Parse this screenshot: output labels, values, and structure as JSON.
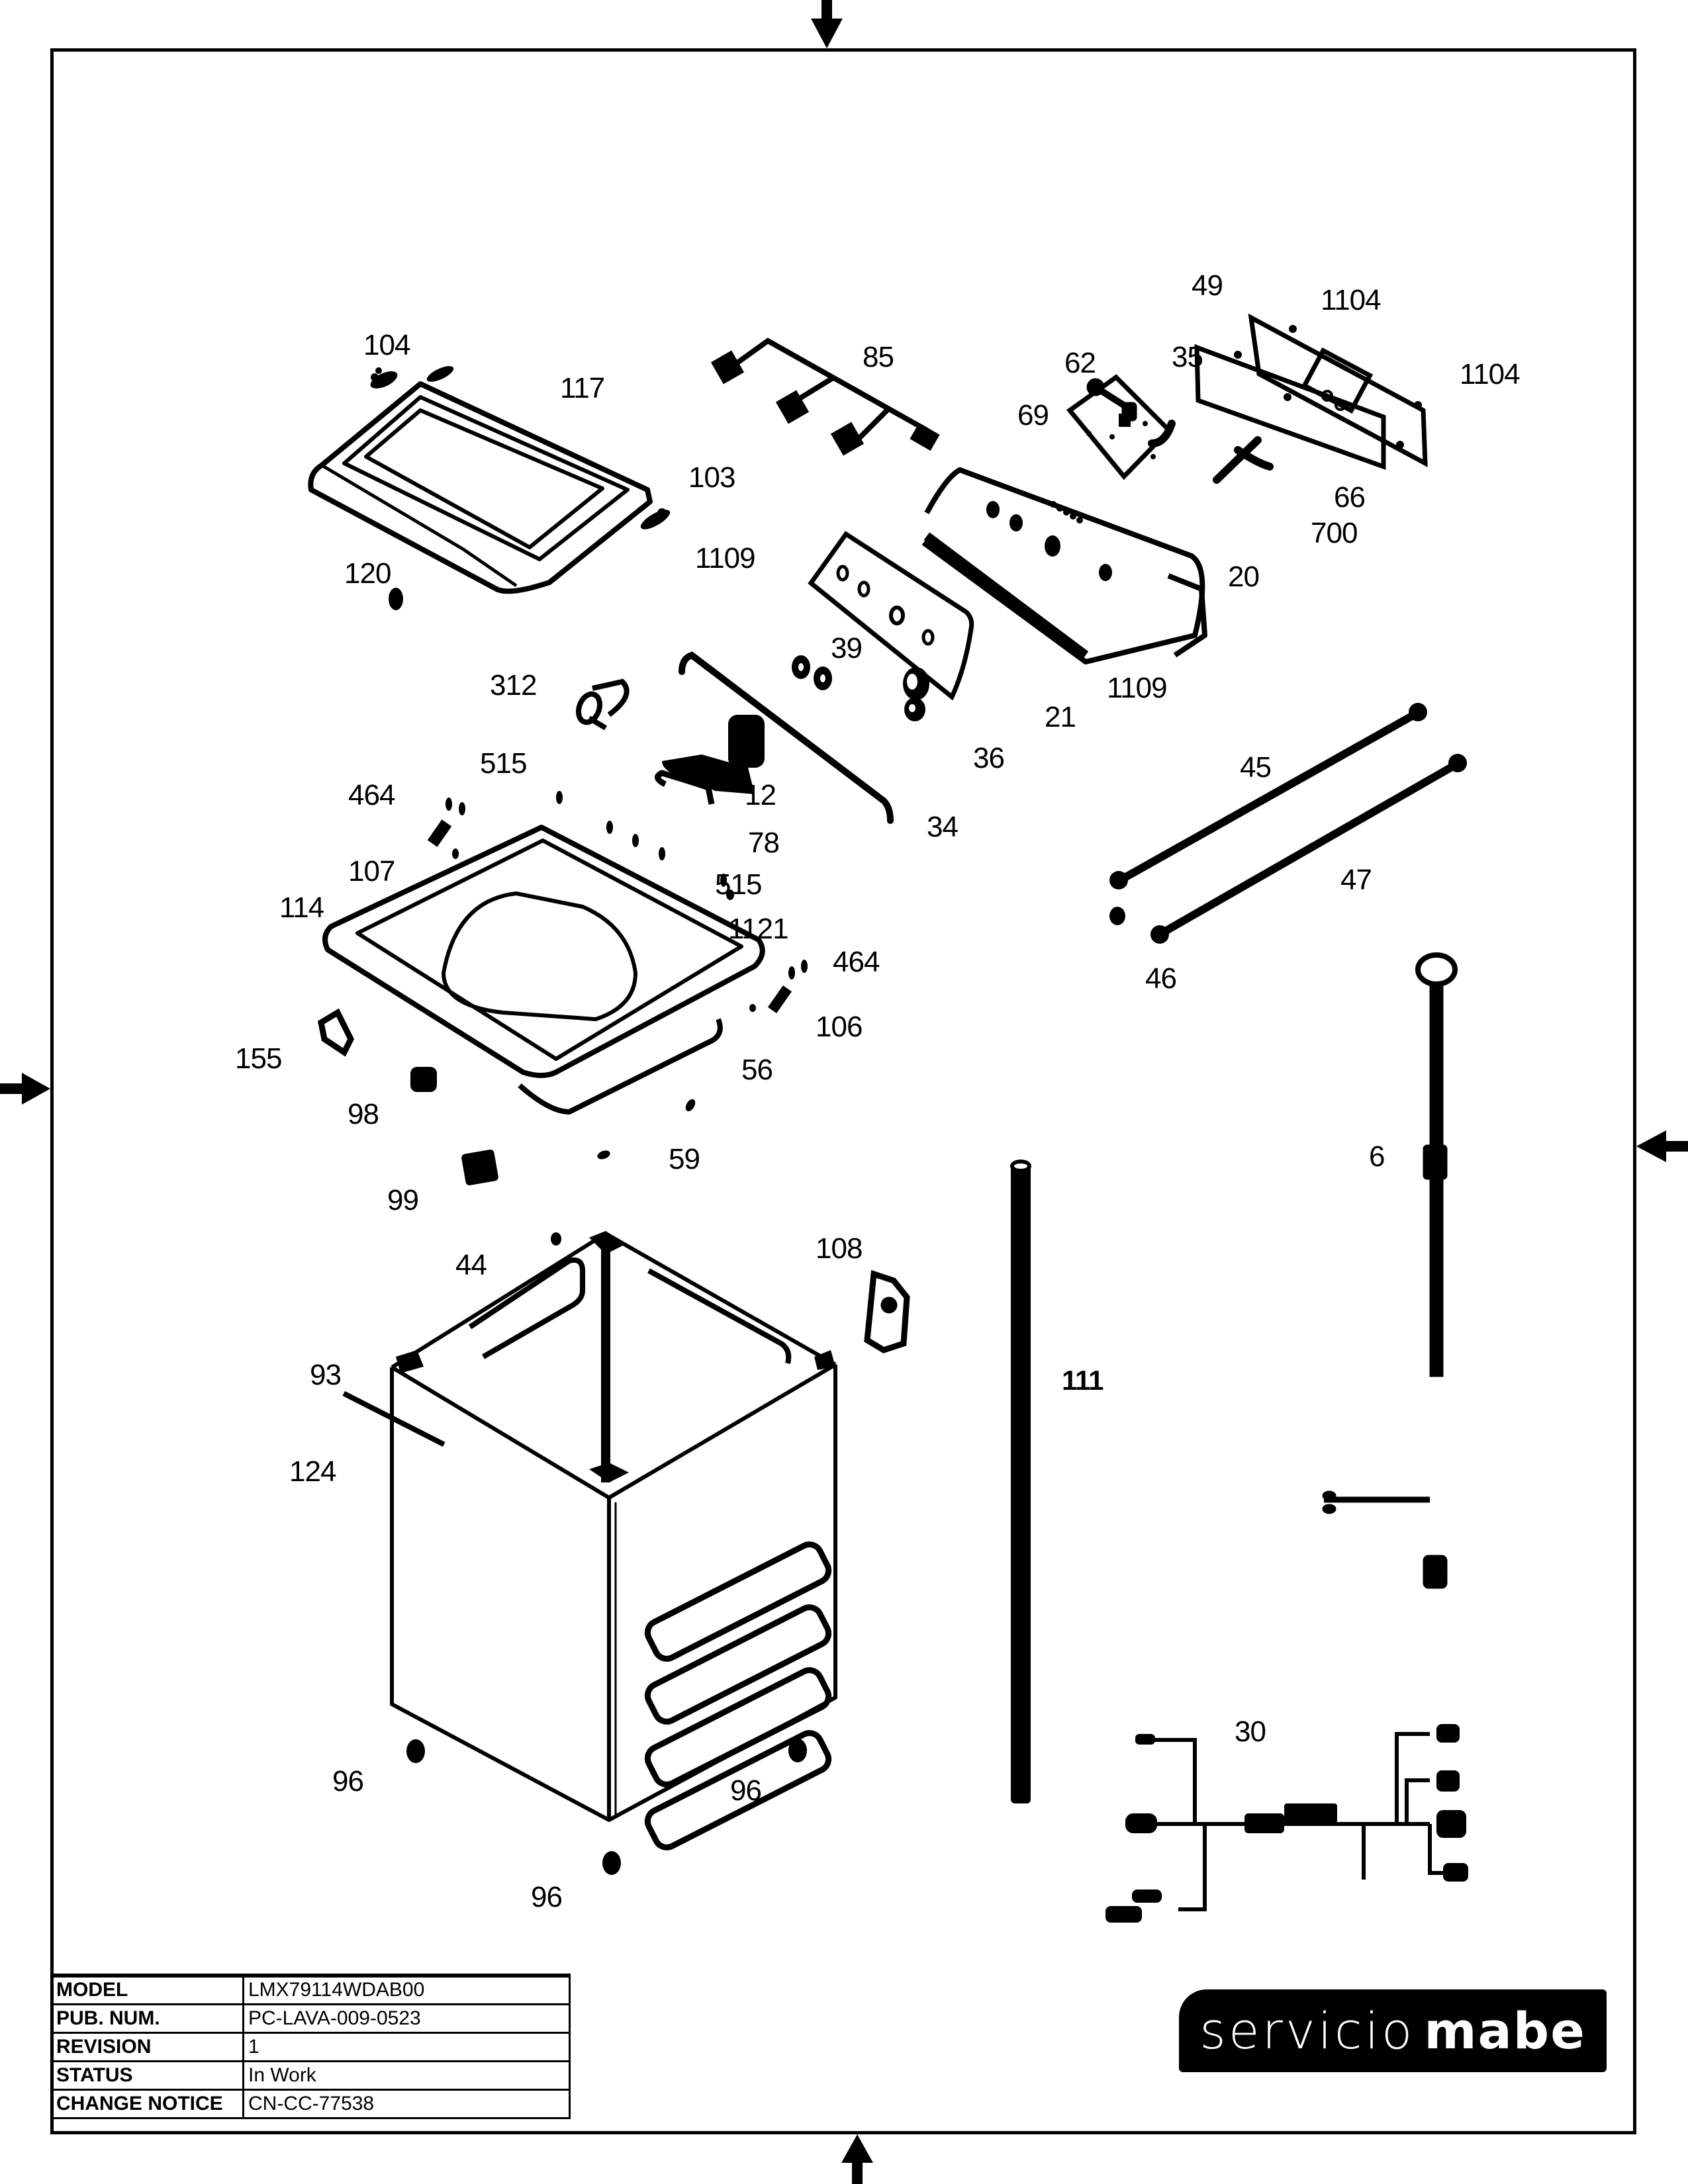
{
  "document": {
    "type": "exploded parts diagram",
    "subject": "top-load washer cabinet and control assembly"
  },
  "title_block": {
    "rows": [
      {
        "key": "MODEL",
        "value": "LMX79114WDAB00"
      },
      {
        "key": "PUB. NUM.",
        "value": "PC-LAVA-009-0523"
      },
      {
        "key": "REVISION",
        "value": "1"
      },
      {
        "key": "STATUS",
        "value": "In Work"
      },
      {
        "key": "CHANGE NOTICE",
        "value": "CN-CC-77538"
      }
    ]
  },
  "logo": {
    "part1": "servicio",
    "part2": "mabe"
  },
  "border_markers": [
    "arrow-down-icon",
    "arrow-up-icon",
    "arrow-right-icon",
    "arrow-left-icon"
  ],
  "callouts": {
    "c104": "104",
    "c117": "117",
    "c103": "103",
    "c1109a": "1109",
    "c120": "120",
    "c85": "85",
    "c62": "62",
    "c69": "69",
    "c49": "49",
    "c1104a": "1104",
    "c35": "35",
    "c1104b": "1104",
    "c66": "66",
    "c700": "700",
    "c20": "20",
    "c39": "39",
    "c1109b": "1109",
    "c21": "21",
    "c36": "36",
    "c312": "312",
    "c12": "12",
    "c34": "34",
    "c78": "78",
    "c515a": "515",
    "c464a": "464",
    "c107": "107",
    "c114": "114",
    "c515b": "515",
    "c1121": "1121",
    "c464b": "464",
    "c106": "106",
    "c155": "155",
    "c56": "56",
    "c98": "98",
    "c59": "59",
    "c99": "99",
    "c45": "45",
    "c47": "47",
    "c46": "46",
    "c6": "6",
    "c108": "108",
    "c111": "111",
    "c44": "44",
    "c93": "93",
    "c124": "124",
    "c96a": "96",
    "c96b": "96",
    "c96c": "96",
    "c30": "30"
  }
}
